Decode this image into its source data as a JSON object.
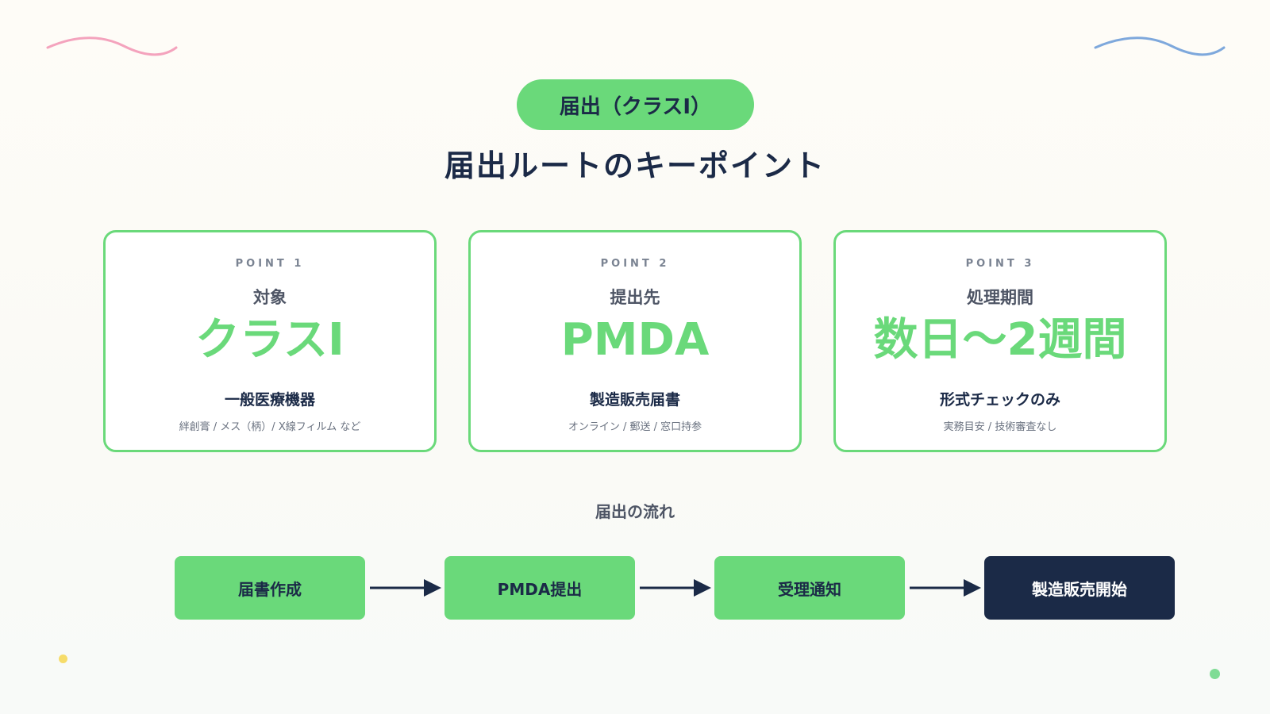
{
  "colors": {
    "accent_green": "#6ad97a",
    "navy": "#1b2a47",
    "wave_pink": "#f4a3bd",
    "wave_blue": "#7ea8dc",
    "dot_yellow": "#f6dc6a",
    "dot_green": "#7fdc95"
  },
  "badge": {
    "label": "届出（クラスI）"
  },
  "title": "届出ルートのキーポイント",
  "points": [
    {
      "label": "POINT 1",
      "heading": "対象",
      "value": "クラスI",
      "subtitle": "一般医療機器",
      "note": "絆創膏 / メス（柄）/ X線フィルム など"
    },
    {
      "label": "POINT 2",
      "heading": "提出先",
      "value": "PMDA",
      "subtitle": "製造販売届書",
      "note": "オンライン / 郵送 / 窓口持参"
    },
    {
      "label": "POINT 3",
      "heading": "処理期間",
      "value": "数日〜2週間",
      "subtitle": "形式チェックのみ",
      "note": "実務目安 / 技術審査なし"
    }
  ],
  "flow": {
    "title": "届出の流れ",
    "steps": [
      "届書作成",
      "PMDA提出",
      "受理通知",
      "製造販売開始"
    ]
  },
  "icons": {
    "arrow": "right-arrow-icon",
    "wave": "wave-decoration-icon",
    "dot": "dot-decoration-icon"
  }
}
